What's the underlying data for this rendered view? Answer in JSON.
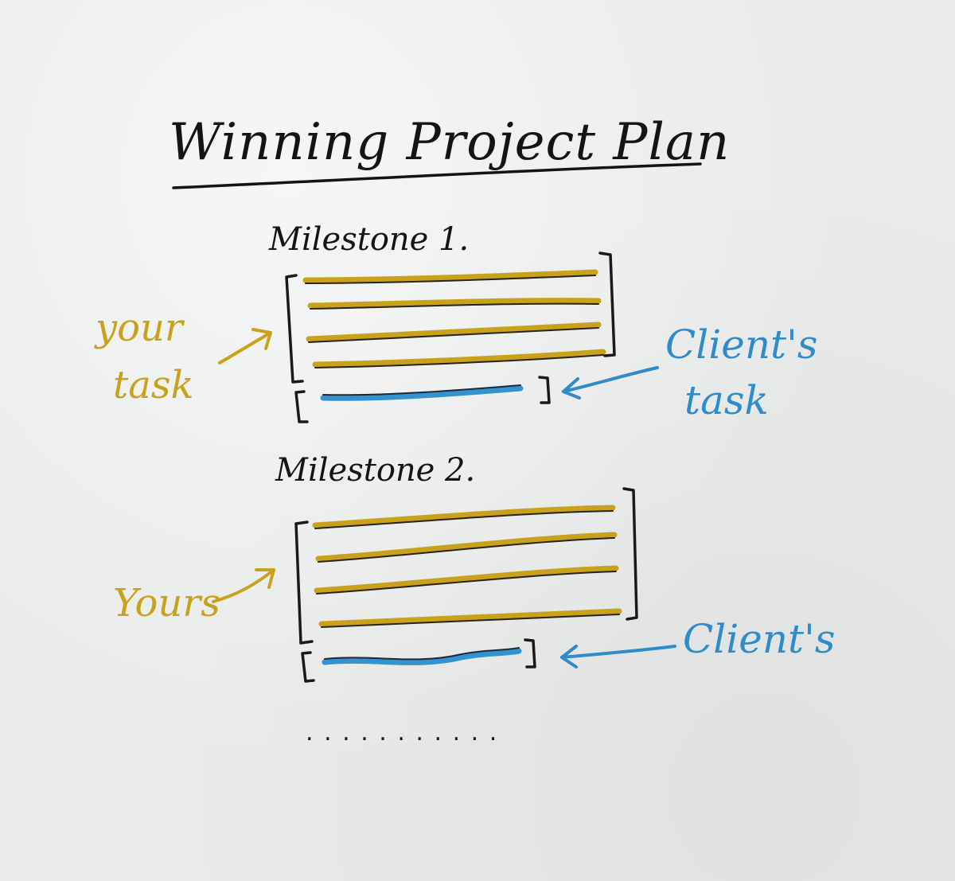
{
  "title": "Winning Project Plan",
  "milestones": [
    {
      "label": "Milestone 1.",
      "your_label_line1": "your",
      "your_label_line2": "task",
      "client_label_line1": "Client's",
      "client_label_line2": "task",
      "your_task_count": 4,
      "client_task_count": 1
    },
    {
      "label": "Milestone 2.",
      "your_label_line1": "Yours",
      "client_label_line1": "Client's",
      "your_task_count": 4,
      "client_task_count": 1
    }
  ],
  "continuation": ". . . . . . . . . . .",
  "colors": {
    "your_tasks": "#c9a21b",
    "client_tasks": "#2f8bc9",
    "ink": "#141414",
    "paper": "#e9ebea"
  }
}
